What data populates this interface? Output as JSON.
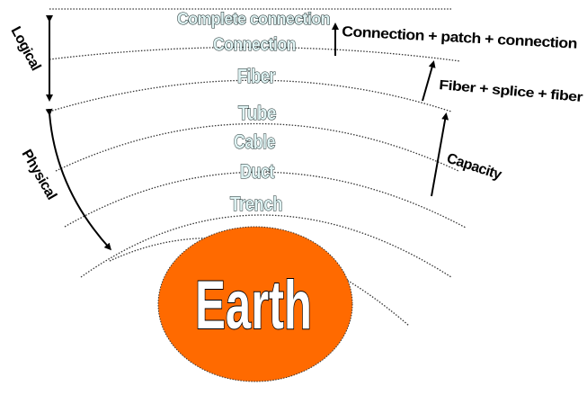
{
  "layers": [
    "Complete connection",
    "Connection",
    "Fiber",
    "Tube",
    "Cable",
    "Duct",
    "Trench"
  ],
  "core": "Earth",
  "side_labels": {
    "logical": "Logical",
    "physical": "Physical"
  },
  "annotations": {
    "connection": "Connection + patch + connection",
    "fiber": "Fiber + splice + fiber",
    "capacity": "Capacity"
  },
  "colors": {
    "earth": "#ff6a00",
    "layer_text": "#dff3f3"
  }
}
